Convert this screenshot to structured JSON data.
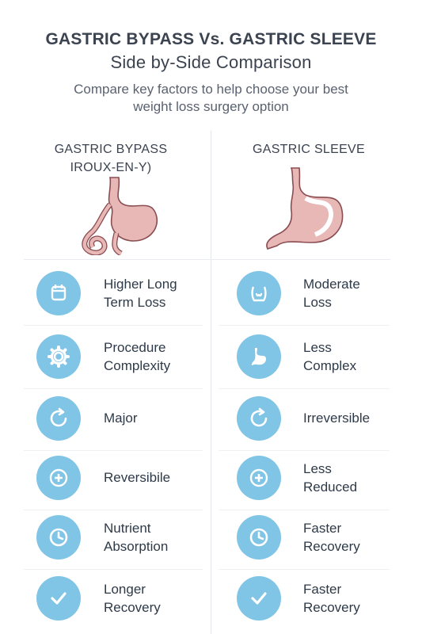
{
  "header": {
    "title_line1": "GASTRIC BYPASS Vs. GASTRIC SLEEVE",
    "title_line2": "Side  by-Side Comparison",
    "subtitle_line1": "Compare key factors to help choose your best",
    "subtitle_line2": "weight loss surgery option"
  },
  "columns": {
    "left_title_line1": "GASTRIC BYPASS",
    "left_title_line2": "IROUX-EN-Y)",
    "right_title": "GASTRIC SLEEVE"
  },
  "colors": {
    "icon_bg": "#80c4e6",
    "stomach": "#e8b8b6",
    "stomach_outline": "#8a4d52"
  },
  "left_items": [
    {
      "icon": "calendar-icon",
      "line1": "Higher Long",
      "line2": "Term Loss"
    },
    {
      "icon": "gear-icon",
      "line1": "Procedure",
      "line2": "Complexity"
    },
    {
      "icon": "refresh-icon",
      "line1": "Major",
      "line2": ""
    },
    {
      "icon": "plus-icon",
      "line1": "Reversibile",
      "line2": ""
    },
    {
      "icon": "clock-icon",
      "line1": "Nutrient",
      "line2": "Absorption"
    },
    {
      "icon": "check-icon",
      "line1": "Longer",
      "line2": "Recovery"
    }
  ],
  "right_items": [
    {
      "icon": "weight-icon",
      "line1": "Moderate",
      "line2": "Loss"
    },
    {
      "icon": "stomach-icon",
      "line1": "Less",
      "line2": "Complex"
    },
    {
      "icon": "refresh-icon",
      "line1": "Irreversible",
      "line2": ""
    },
    {
      "icon": "plus-icon",
      "line1": "Less",
      "line2": "Reduced"
    },
    {
      "icon": "clock-icon",
      "line1": "Faster",
      "line2": "Recovery"
    },
    {
      "icon": "check-icon",
      "line1": "Faster",
      "line2": "Recovery"
    }
  ]
}
